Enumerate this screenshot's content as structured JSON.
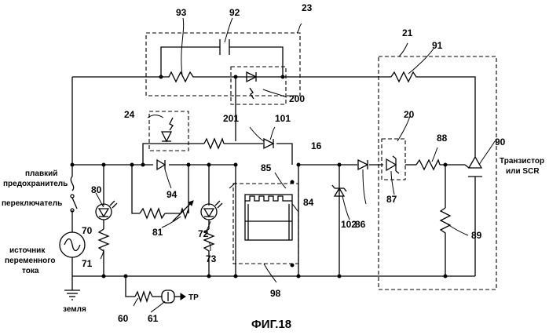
{
  "figure": {
    "caption": "ФИГ.18",
    "ref_numbers": {
      "n16": "16",
      "n20": "20",
      "n21": "21",
      "n23": "23",
      "n24": "24",
      "n60": "60",
      "n61": "61",
      "n70": "70",
      "n71": "71",
      "n72": "72",
      "n73": "73",
      "n80": "80",
      "n81": "81",
      "n84": "84",
      "n85": "85",
      "n86": "86",
      "n87": "87",
      "n88": "88",
      "n89": "89",
      "n90": "90",
      "n91": "91",
      "n92": "92",
      "n93": "93",
      "n94": "94",
      "n98": "98",
      "n101": "101",
      "n102": "102",
      "n200": "200",
      "n201": "201"
    },
    "labels": {
      "fuse_line1": "плавкий",
      "fuse_line2": "предохранитель",
      "switch": "переключатель",
      "source_line1": "источник",
      "source_line2": "переменного",
      "source_line3": "тока",
      "ground": "земля",
      "tp": "TP",
      "transistor_line1": "Транзистор",
      "transistor_line2": "или SCR"
    }
  }
}
